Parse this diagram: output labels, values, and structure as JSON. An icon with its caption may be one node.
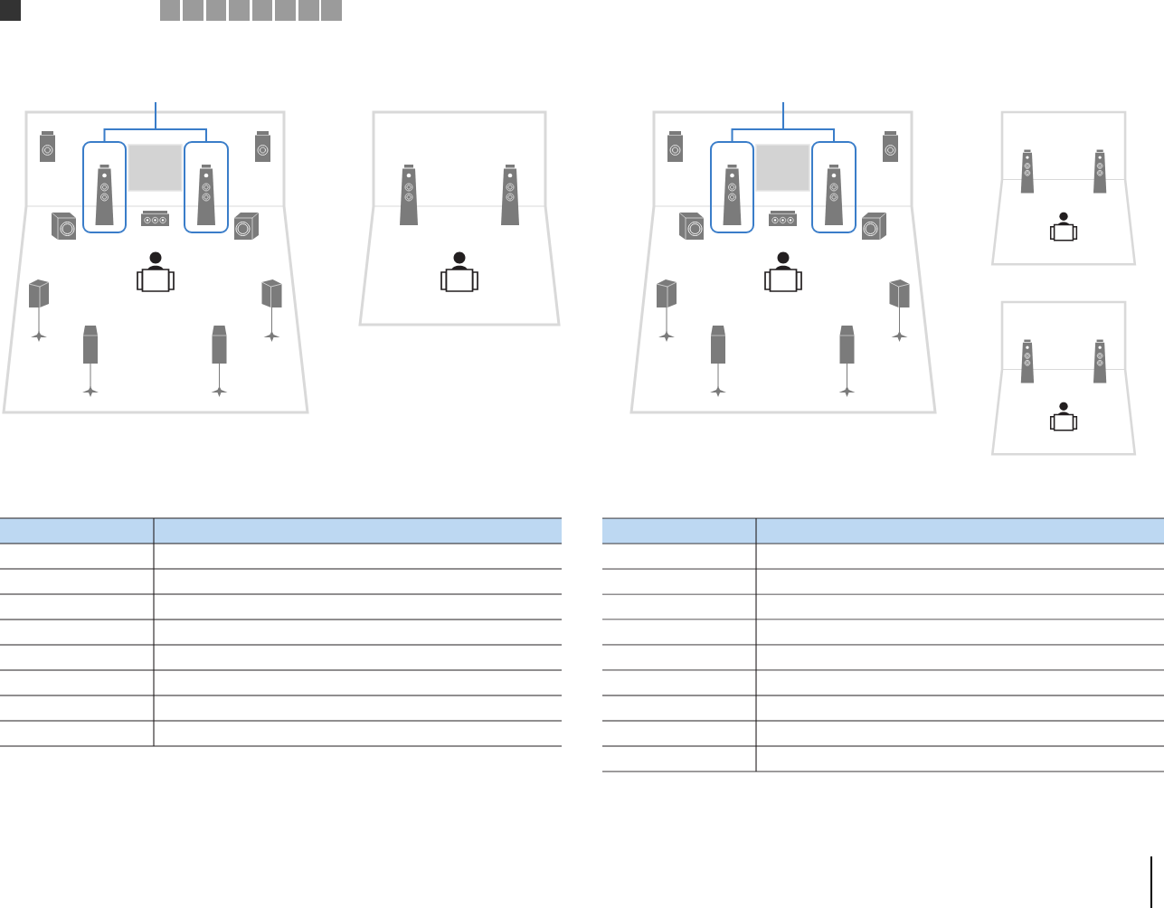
{
  "diagram": {
    "nodes": [
      {
        "text": [],
        "shape": "box"
      },
      {
        "text": [],
        "shape": "box"
      },
      {
        "text": [],
        "shape": "box"
      },
      {
        "text": [],
        "shape": "box"
      }
    ],
    "edges": [
      {
        "from": null,
        "to": 0,
        "arrow": "none"
      },
      {
        "from": null,
        "to": 1,
        "arrow": "none"
      },
      {
        "from": null,
        "to": 2,
        "arrow": "none"
      },
      {
        "from": null,
        "to": 3,
        "arrow": "none"
      }
    ]
  }
}
